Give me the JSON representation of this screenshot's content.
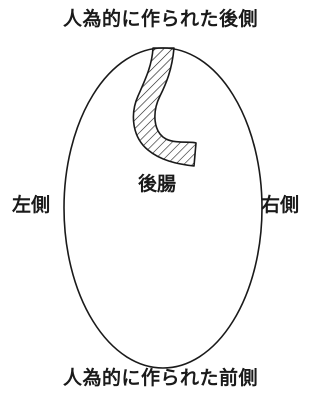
{
  "labels": {
    "top": "人為的に作られた後側",
    "bottom": "人為的に作られた前側",
    "left": "左側",
    "right": "右側",
    "center": "後腸"
  },
  "colors": {
    "stroke": "#1a1a1a",
    "background": "#ffffff"
  }
}
